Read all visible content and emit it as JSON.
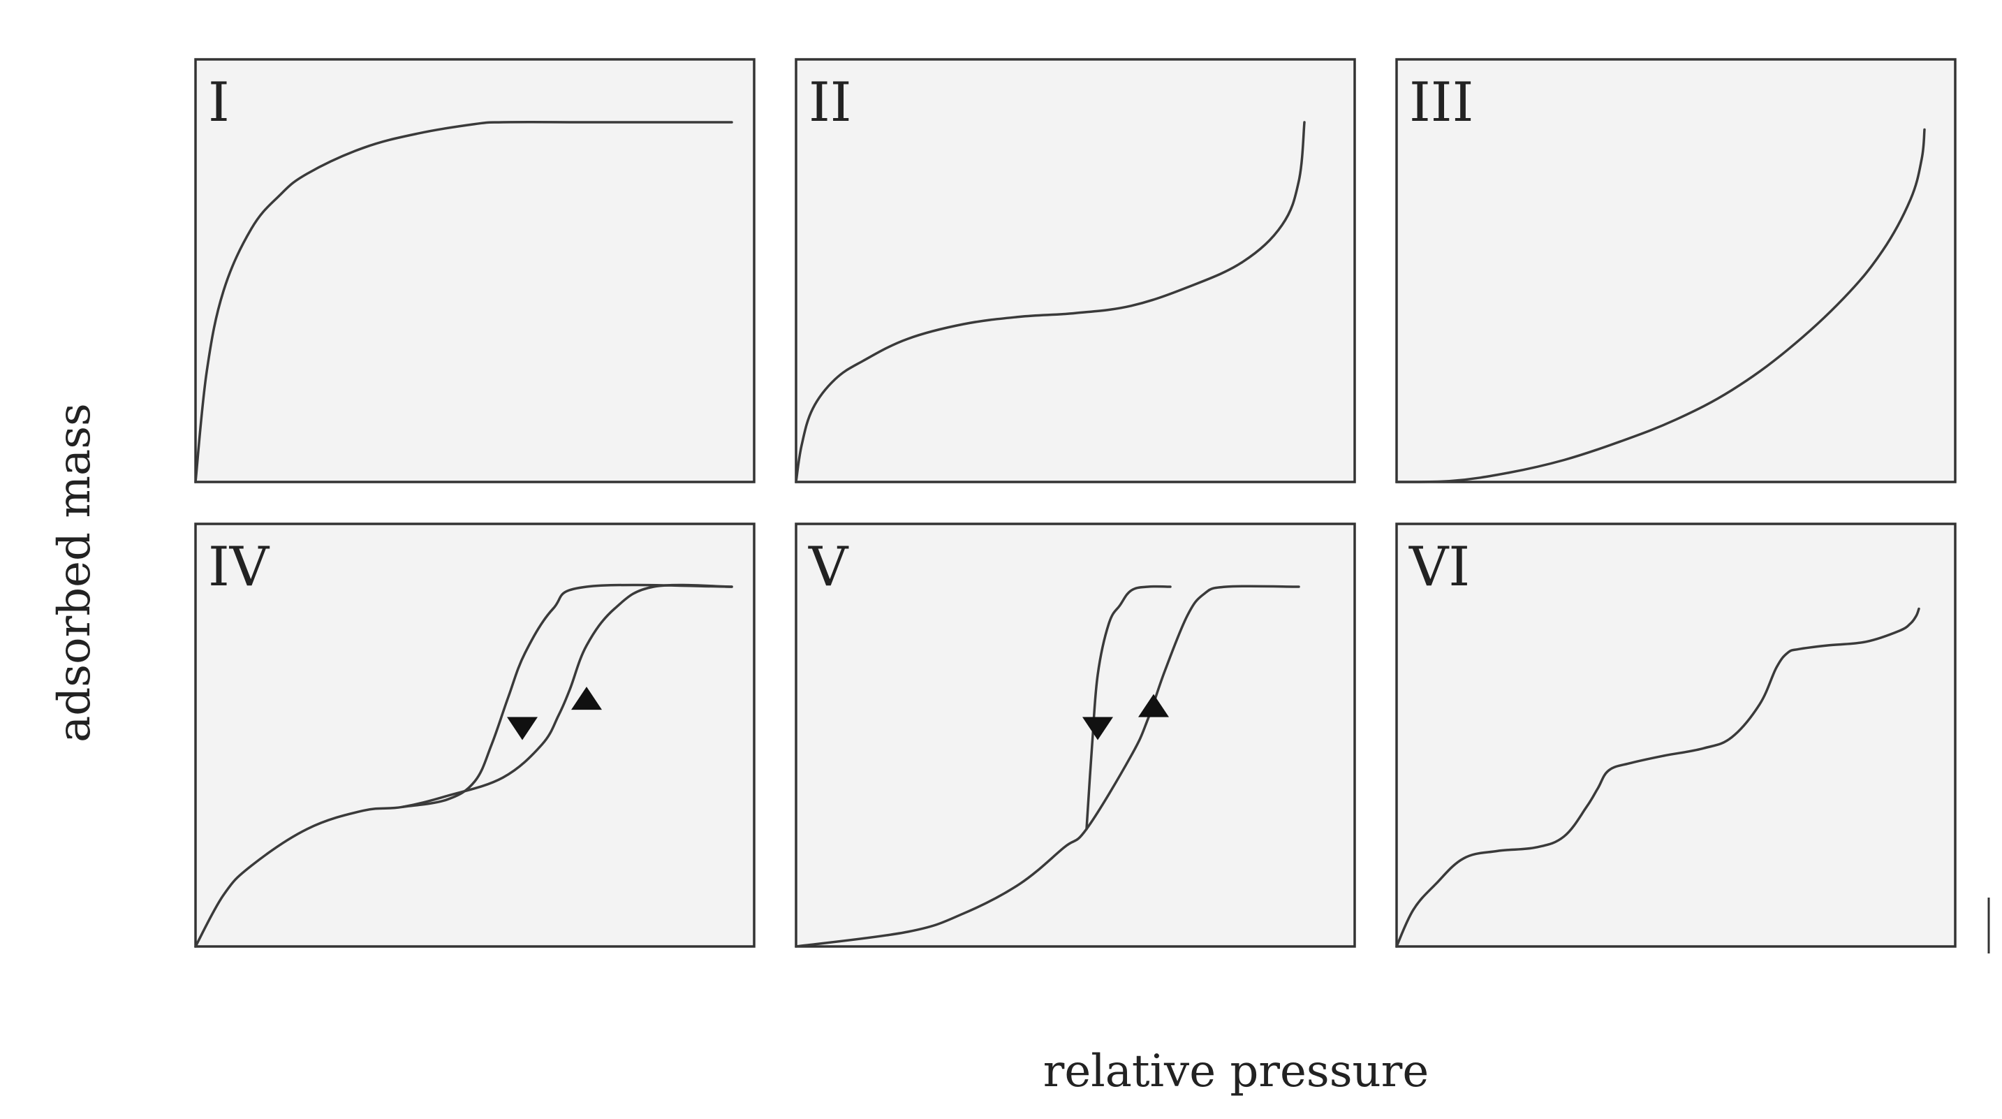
{
  "chart_data": {
    "type": "line",
    "xlabel": "relative pressure",
    "ylabel": "adsorbed mass",
    "xlim": [
      0,
      1
    ],
    "ylim": [
      0,
      1
    ],
    "grid": false,
    "panels": [
      {
        "label": "I",
        "series": [
          {
            "x": [
              0,
              0.02,
              0.05,
              0.1,
              0.15,
              0.2,
              0.3,
              0.4,
              0.5,
              0.55,
              0.7,
              0.85,
              0.96
            ],
            "values": [
              0,
              0.3,
              0.52,
              0.69,
              0.78,
              0.84,
              0.91,
              0.95,
              0.975,
              0.98,
              0.98,
              0.98,
              0.98
            ]
          }
        ]
      },
      {
        "label": "II",
        "series": [
          {
            "x": [
              0,
              0.01,
              0.03,
              0.07,
              0.12,
              0.2,
              0.3,
              0.4,
              0.5,
              0.6,
              0.7,
              0.8,
              0.87,
              0.9,
              0.91
            ],
            "values": [
              0,
              0.1,
              0.2,
              0.28,
              0.33,
              0.39,
              0.43,
              0.45,
              0.46,
              0.48,
              0.53,
              0.6,
              0.7,
              0.82,
              0.98
            ]
          }
        ]
      },
      {
        "label": "III",
        "series": [
          {
            "x": [
              0,
              0.1,
              0.2,
              0.3,
              0.4,
              0.5,
              0.6,
              0.7,
              0.8,
              0.87,
              0.92,
              0.94,
              0.945
            ],
            "values": [
              0,
              0.003,
              0.025,
              0.06,
              0.11,
              0.17,
              0.25,
              0.36,
              0.5,
              0.63,
              0.77,
              0.88,
              0.96
            ]
          }
        ]
      },
      {
        "label": "IV",
        "series": [
          {
            "x": [
              0,
              0.05,
              0.1,
              0.2,
              0.3,
              0.37,
              0.45,
              0.55,
              0.62,
              0.65,
              0.67,
              0.7,
              0.75,
              0.82,
              0.96
            ],
            "values": [
              0,
              0.14,
              0.22,
              0.32,
              0.37,
              0.38,
              0.41,
              0.46,
              0.55,
              0.63,
              0.7,
              0.82,
              0.92,
              0.98,
              0.98
            ]
          },
          {
            "x": [
              0.37,
              0.45,
              0.5,
              0.53,
              0.56,
              0.59,
              0.64,
              0.7,
              0.96
            ],
            "values": [
              0.38,
              0.4,
              0.45,
              0.55,
              0.68,
              0.8,
              0.92,
              0.98,
              0.98
            ]
          }
        ]
      },
      {
        "label": "V",
        "series": [
          {
            "x": [
              0,
              0.2,
              0.3,
              0.4,
              0.48,
              0.52,
              0.6,
              0.63,
              0.66,
              0.7,
              0.73,
              0.77,
              0.9
            ],
            "values": [
              0,
              0.04,
              0.09,
              0.17,
              0.27,
              0.32,
              0.52,
              0.62,
              0.75,
              0.9,
              0.96,
              0.98,
              0.98
            ]
          },
          {
            "x": [
              0.52,
              0.53,
              0.54,
              0.56,
              0.58,
              0.6,
              0.63,
              0.67
            ],
            "values": [
              0.32,
              0.55,
              0.74,
              0.88,
              0.93,
              0.97,
              0.98,
              0.98
            ]
          }
        ]
      },
      {
        "label": "VI",
        "series": [
          {
            "x": [
              0,
              0.03,
              0.07,
              0.12,
              0.18,
              0.25,
              0.3,
              0.34,
              0.36,
              0.38,
              0.42,
              0.48,
              0.55,
              0.6,
              0.65,
              0.68,
              0.7,
              0.72,
              0.77,
              0.84,
              0.9,
              0.92,
              0.93,
              0.935
            ],
            "values": [
              0,
              0.1,
              0.17,
              0.24,
              0.26,
              0.27,
              0.3,
              0.38,
              0.43,
              0.48,
              0.5,
              0.52,
              0.54,
              0.57,
              0.66,
              0.76,
              0.8,
              0.81,
              0.82,
              0.83,
              0.86,
              0.88,
              0.9,
              0.92
            ]
          }
        ]
      }
    ],
    "arrows": [
      {
        "panel": "IV",
        "x": 0.585,
        "y": 0.6,
        "direction": "down"
      },
      {
        "panel": "IV",
        "x": 0.7,
        "y": 0.67,
        "direction": "up"
      },
      {
        "panel": "V",
        "x": 0.54,
        "y": 0.6,
        "direction": "down"
      },
      {
        "panel": "V",
        "x": 0.64,
        "y": 0.65,
        "direction": "up"
      }
    ]
  }
}
